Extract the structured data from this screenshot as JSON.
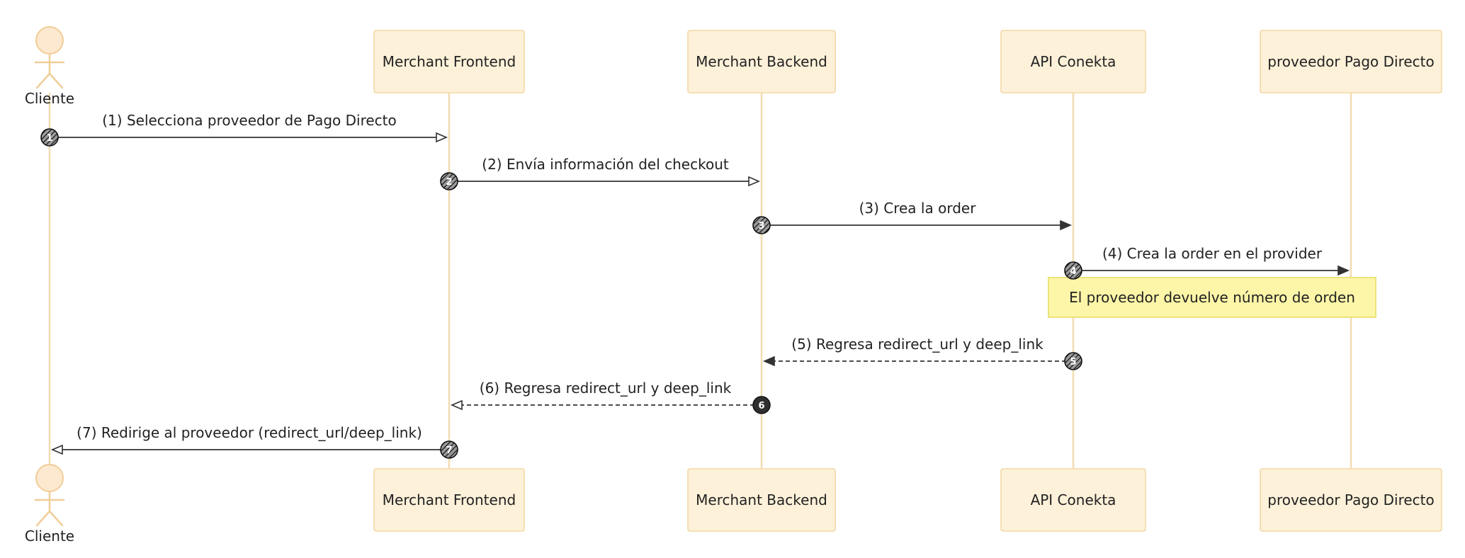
{
  "diagram": {
    "participants": [
      {
        "id": "cliente",
        "label": "Cliente",
        "kind": "actor"
      },
      {
        "id": "frontend",
        "label": "Merchant Frontend",
        "kind": "box"
      },
      {
        "id": "backend",
        "label": "Merchant Backend",
        "kind": "box"
      },
      {
        "id": "conekta",
        "label": "API Conekta",
        "kind": "box"
      },
      {
        "id": "proveedor",
        "label": "proveedor Pago Directo",
        "kind": "box"
      }
    ],
    "messages": [
      {
        "num": "1",
        "from": "cliente",
        "to": "frontend",
        "label": "(1) Selecciona proveedor de Pago Directo",
        "style": "solid",
        "arrow": "open"
      },
      {
        "num": "2",
        "from": "frontend",
        "to": "backend",
        "label": "(2) Envía información del checkout",
        "style": "solid",
        "arrow": "open"
      },
      {
        "num": "3",
        "from": "backend",
        "to": "conekta",
        "label": "(3) Crea la order",
        "style": "solid",
        "arrow": "filled"
      },
      {
        "num": "4",
        "from": "conekta",
        "to": "proveedor",
        "label": "(4) Crea la order en el provider",
        "style": "solid",
        "arrow": "filled"
      },
      {
        "num": "5",
        "from": "conekta",
        "to": "backend",
        "label": "(5) Regresa redirect_url y deep_link",
        "style": "dashed",
        "arrow": "filled"
      },
      {
        "num": "6",
        "from": "backend",
        "to": "frontend",
        "label": "(6) Regresa redirect_url y deep_link",
        "style": "dashed",
        "arrow": "open"
      },
      {
        "num": "7",
        "from": "frontend",
        "to": "cliente",
        "label": "(7) Redirige al proveedor (redirect_url/deep_link)",
        "style": "solid",
        "arrow": "open"
      }
    ],
    "note": {
      "label": "El proveedor devuelve número de orden",
      "over": [
        "conekta",
        "proveedor"
      ]
    },
    "colors": {
      "participant_fill": "#fdf1d9",
      "participant_border": "#f3d7a4",
      "lifeline": "#f1dcb2",
      "note_fill": "#fdf6a8",
      "note_border": "#ece27a",
      "line": "#333333"
    }
  }
}
